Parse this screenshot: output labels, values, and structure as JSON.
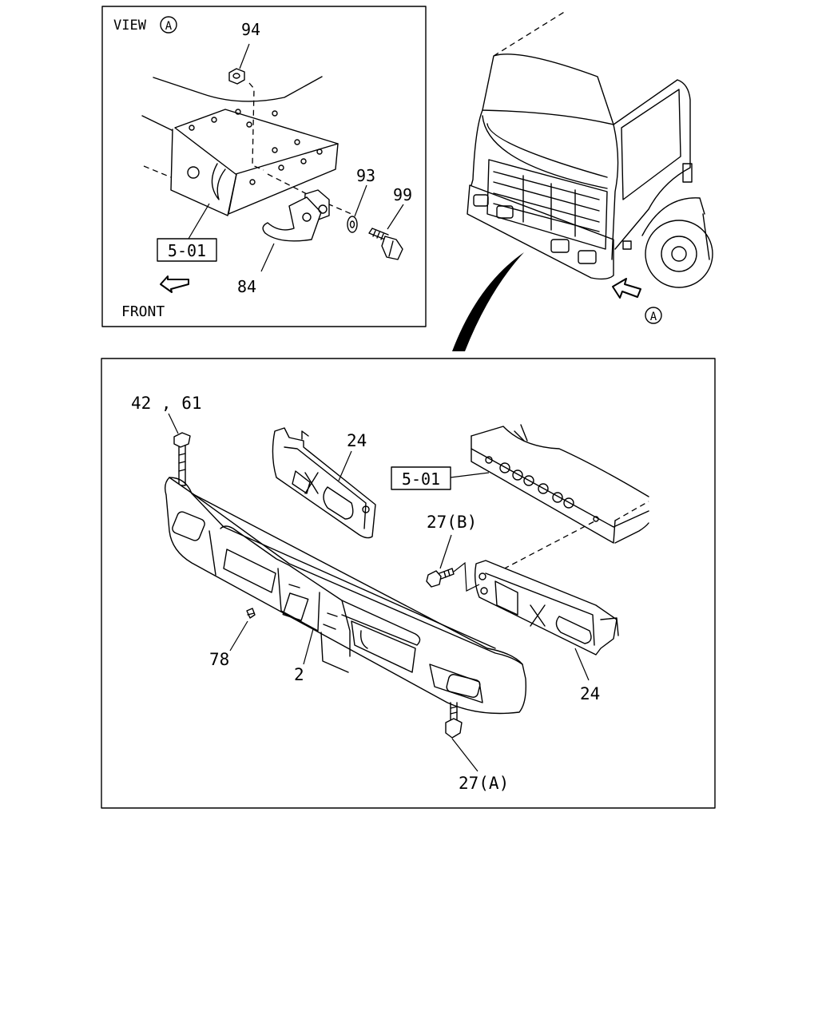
{
  "view_box": {
    "view_label": "VIEW",
    "view_marker": "A",
    "front_label": "FRONT",
    "ref_label": "5-01",
    "callouts": {
      "nut": "94",
      "washer": "93",
      "bolt": "99",
      "tow_hook": "84"
    }
  },
  "truck": {
    "view_marker": "A"
  },
  "bumper_box": {
    "ref_label": "5-01",
    "callouts": {
      "bolt_top": "42 , 61",
      "bracket_upper": "24",
      "bracket_lower": "24",
      "bolt_b": "27(B)",
      "bolt_a": "27(A)",
      "clip": "78",
      "bumper": "2"
    }
  }
}
